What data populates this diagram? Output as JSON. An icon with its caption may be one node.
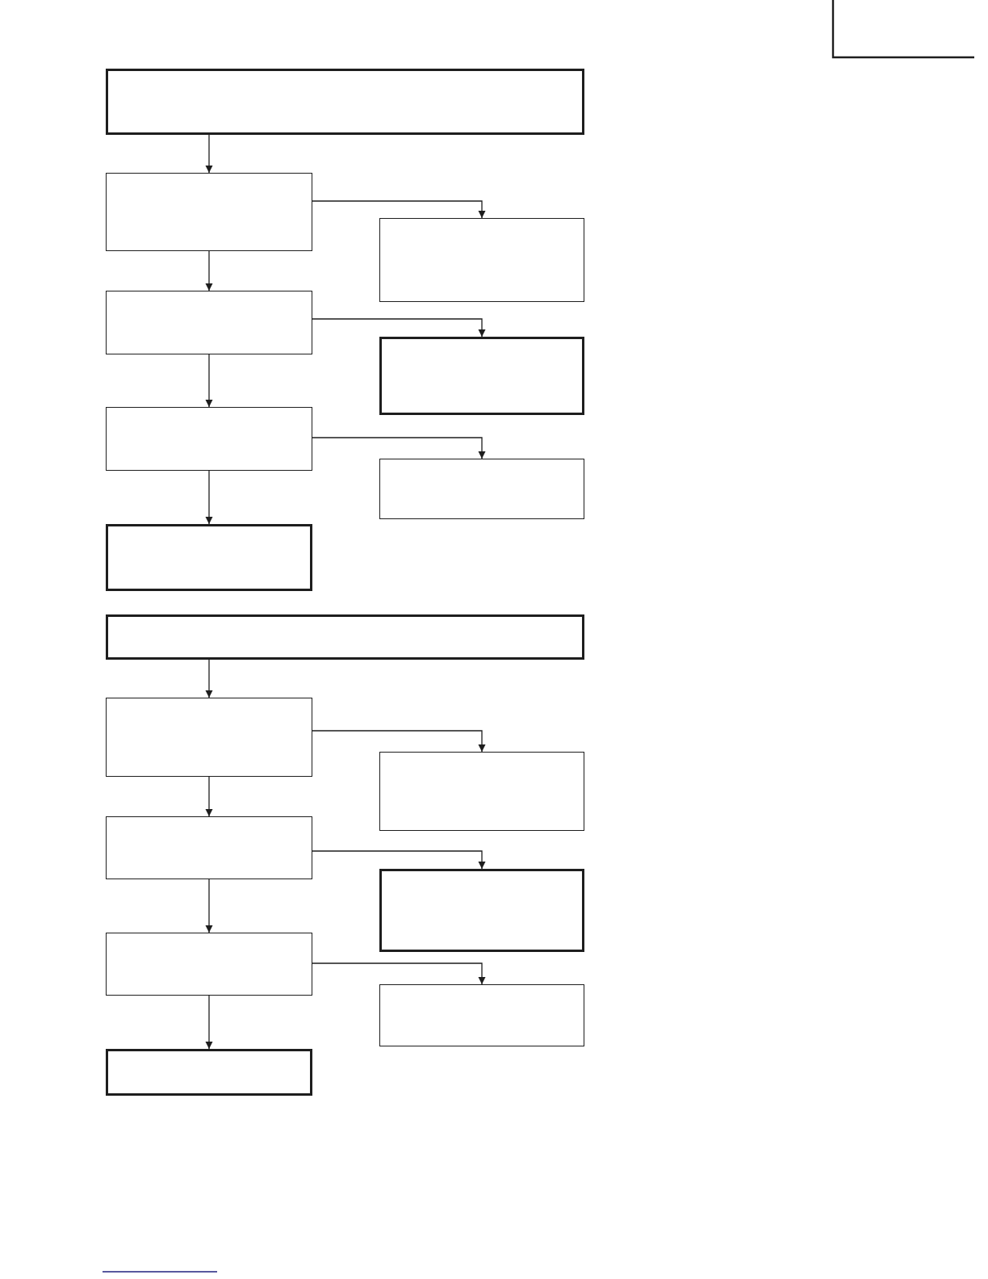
{
  "diagram": {
    "nodes": [
      {
        "text": [],
        "shape": "box"
      },
      {
        "text": [],
        "shape": "box"
      },
      {
        "text": [],
        "shape": "box"
      },
      {
        "text": [],
        "shape": "box"
      },
      {
        "text": [],
        "shape": "box"
      },
      {
        "text": [],
        "shape": "box"
      },
      {
        "text": [],
        "shape": "box"
      },
      {
        "text": [],
        "shape": "box"
      },
      {
        "text": [],
        "shape": "box"
      },
      {
        "text": [],
        "shape": "box"
      },
      {
        "text": [],
        "shape": "box"
      },
      {
        "text": [],
        "shape": "box"
      },
      {
        "text": [],
        "shape": "box"
      },
      {
        "text": [],
        "shape": "box"
      },
      {
        "text": [],
        "shape": "box"
      },
      {
        "text": [],
        "shape": "box"
      }
    ],
    "edges": [
      {
        "from": 0,
        "to": 1,
        "arrow": "to"
      },
      {
        "from": 1,
        "to": 2,
        "arrow": "to"
      },
      {
        "from": 1,
        "to": 3,
        "arrow": "to"
      },
      {
        "from": 3,
        "to": 4,
        "arrow": "to"
      },
      {
        "from": 3,
        "to": 5,
        "arrow": "to"
      },
      {
        "from": 5,
        "to": 6,
        "arrow": "to"
      },
      {
        "from": 5,
        "to": 7,
        "arrow": "to"
      },
      {
        "from": 8,
        "to": 9,
        "arrow": "to"
      },
      {
        "from": 9,
        "to": 10,
        "arrow": "to"
      },
      {
        "from": 9,
        "to": 11,
        "arrow": "to"
      },
      {
        "from": 11,
        "to": 12,
        "arrow": "to"
      },
      {
        "from": 11,
        "to": 13,
        "arrow": "to"
      },
      {
        "from": 13,
        "to": 14,
        "arrow": "to"
      },
      {
        "from": 13,
        "to": 15,
        "arrow": "to"
      }
    ]
  }
}
